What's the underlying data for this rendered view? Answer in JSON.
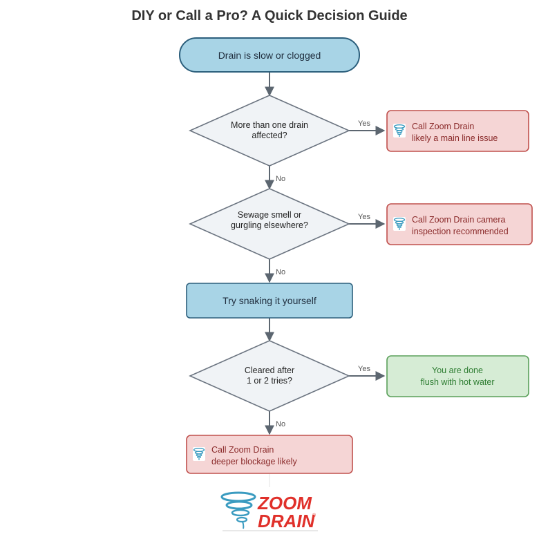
{
  "title": "DIY or Call a Pro? A Quick Decision Guide",
  "nodes": {
    "start": "Drain is slow or clogged",
    "q1": {
      "line1": "More than one drain",
      "line2": "affected?"
    },
    "r1": {
      "line1": "Call Zoom Drain",
      "line2": "likely a main line issue"
    },
    "q2": {
      "line1": "Sewage smell or",
      "line2": "gurgling elsewhere?"
    },
    "r2": {
      "line1": "Call Zoom Drain camera",
      "line2": "inspection recommended"
    },
    "diy": "Try snaking it yourself",
    "q3": {
      "line1": "Cleared after",
      "line2": "1 or 2 tries?"
    },
    "done": {
      "line1": "You are done",
      "line2": "flush with hot water"
    },
    "r3": {
      "line1": "Call Zoom Drain",
      "line2": "deeper blockage likely"
    }
  },
  "edges": {
    "yes": "Yes",
    "no": "No"
  },
  "logo": {
    "line1": "ZOOM",
    "line2": "DRAIN",
    "reg": "®"
  },
  "colors": {
    "blue_fill": "#a8d4e6",
    "blue_stroke": "#2c5f7c",
    "decision_fill": "#f0f3f6",
    "decision_stroke": "#6b7480",
    "red_fill": "#f5d5d5",
    "red_stroke": "#c0504d",
    "green_fill": "#d6ecd5",
    "green_stroke": "#5aa05a",
    "brand_red": "#e0302a",
    "brand_teal": "#3a9bc0"
  },
  "icons": [
    "zoom-drain-tornado-icon"
  ]
}
